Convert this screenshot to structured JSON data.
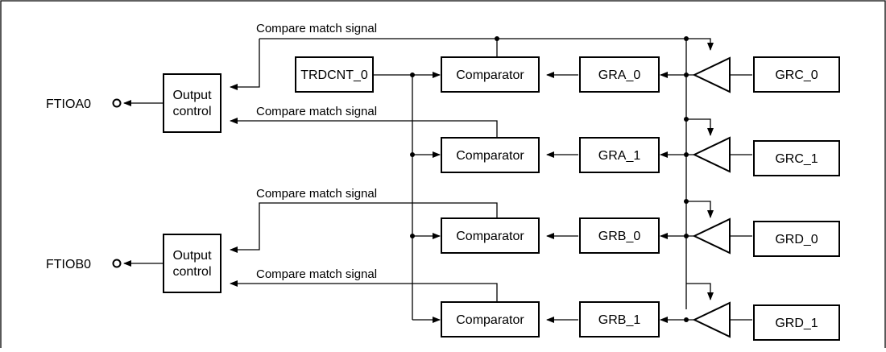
{
  "diagram": {
    "blocks": {
      "output_control_a": "Output\ncontrol",
      "output_control_b": "Output\ncontrol",
      "trdcnt": "TRDCNT_0",
      "comparator": "Comparator",
      "gra0": "GRA_0",
      "gra1": "GRA_1",
      "grb0": "GRB_0",
      "grb1": "GRB_1",
      "grc0": "GRC_0",
      "grc1": "GRC_1",
      "grd0": "GRD_0",
      "grd1": "GRD_1"
    },
    "pins": {
      "a": "FTIOA0",
      "b": "FTIOB0"
    },
    "signal_label": "Compare match signal"
  }
}
